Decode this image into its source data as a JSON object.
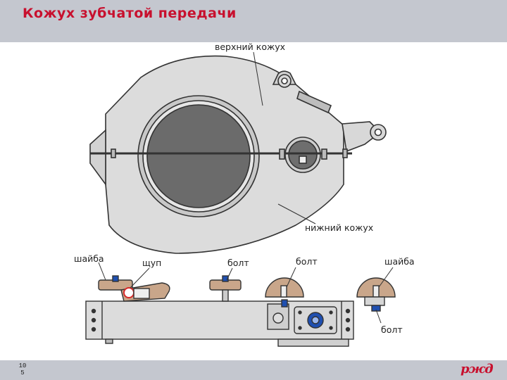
{
  "slide": {
    "title": "Кожух зубчатой передачи",
    "page_number": "10\n5",
    "logo_text": "ржд"
  },
  "labels": {
    "upper_cover": "верхний кожух",
    "lower_cover": "нижний кожух",
    "washer_left": "шайба",
    "probe": "щуп",
    "bolt_1": "болт",
    "bolt_2": "болт",
    "washer_right": "шайба",
    "bolt_3": "болт"
  },
  "colors": {
    "title": "#c8102e",
    "bar": "#c4c7cf",
    "body_fill": "#dcdcdc",
    "gear_fill": "#6b6b6b",
    "washer_fill": "#c9a68a",
    "bolt_blue": "#1f4fb0",
    "probe_red": "#d62828",
    "logo": "#c8102e"
  }
}
